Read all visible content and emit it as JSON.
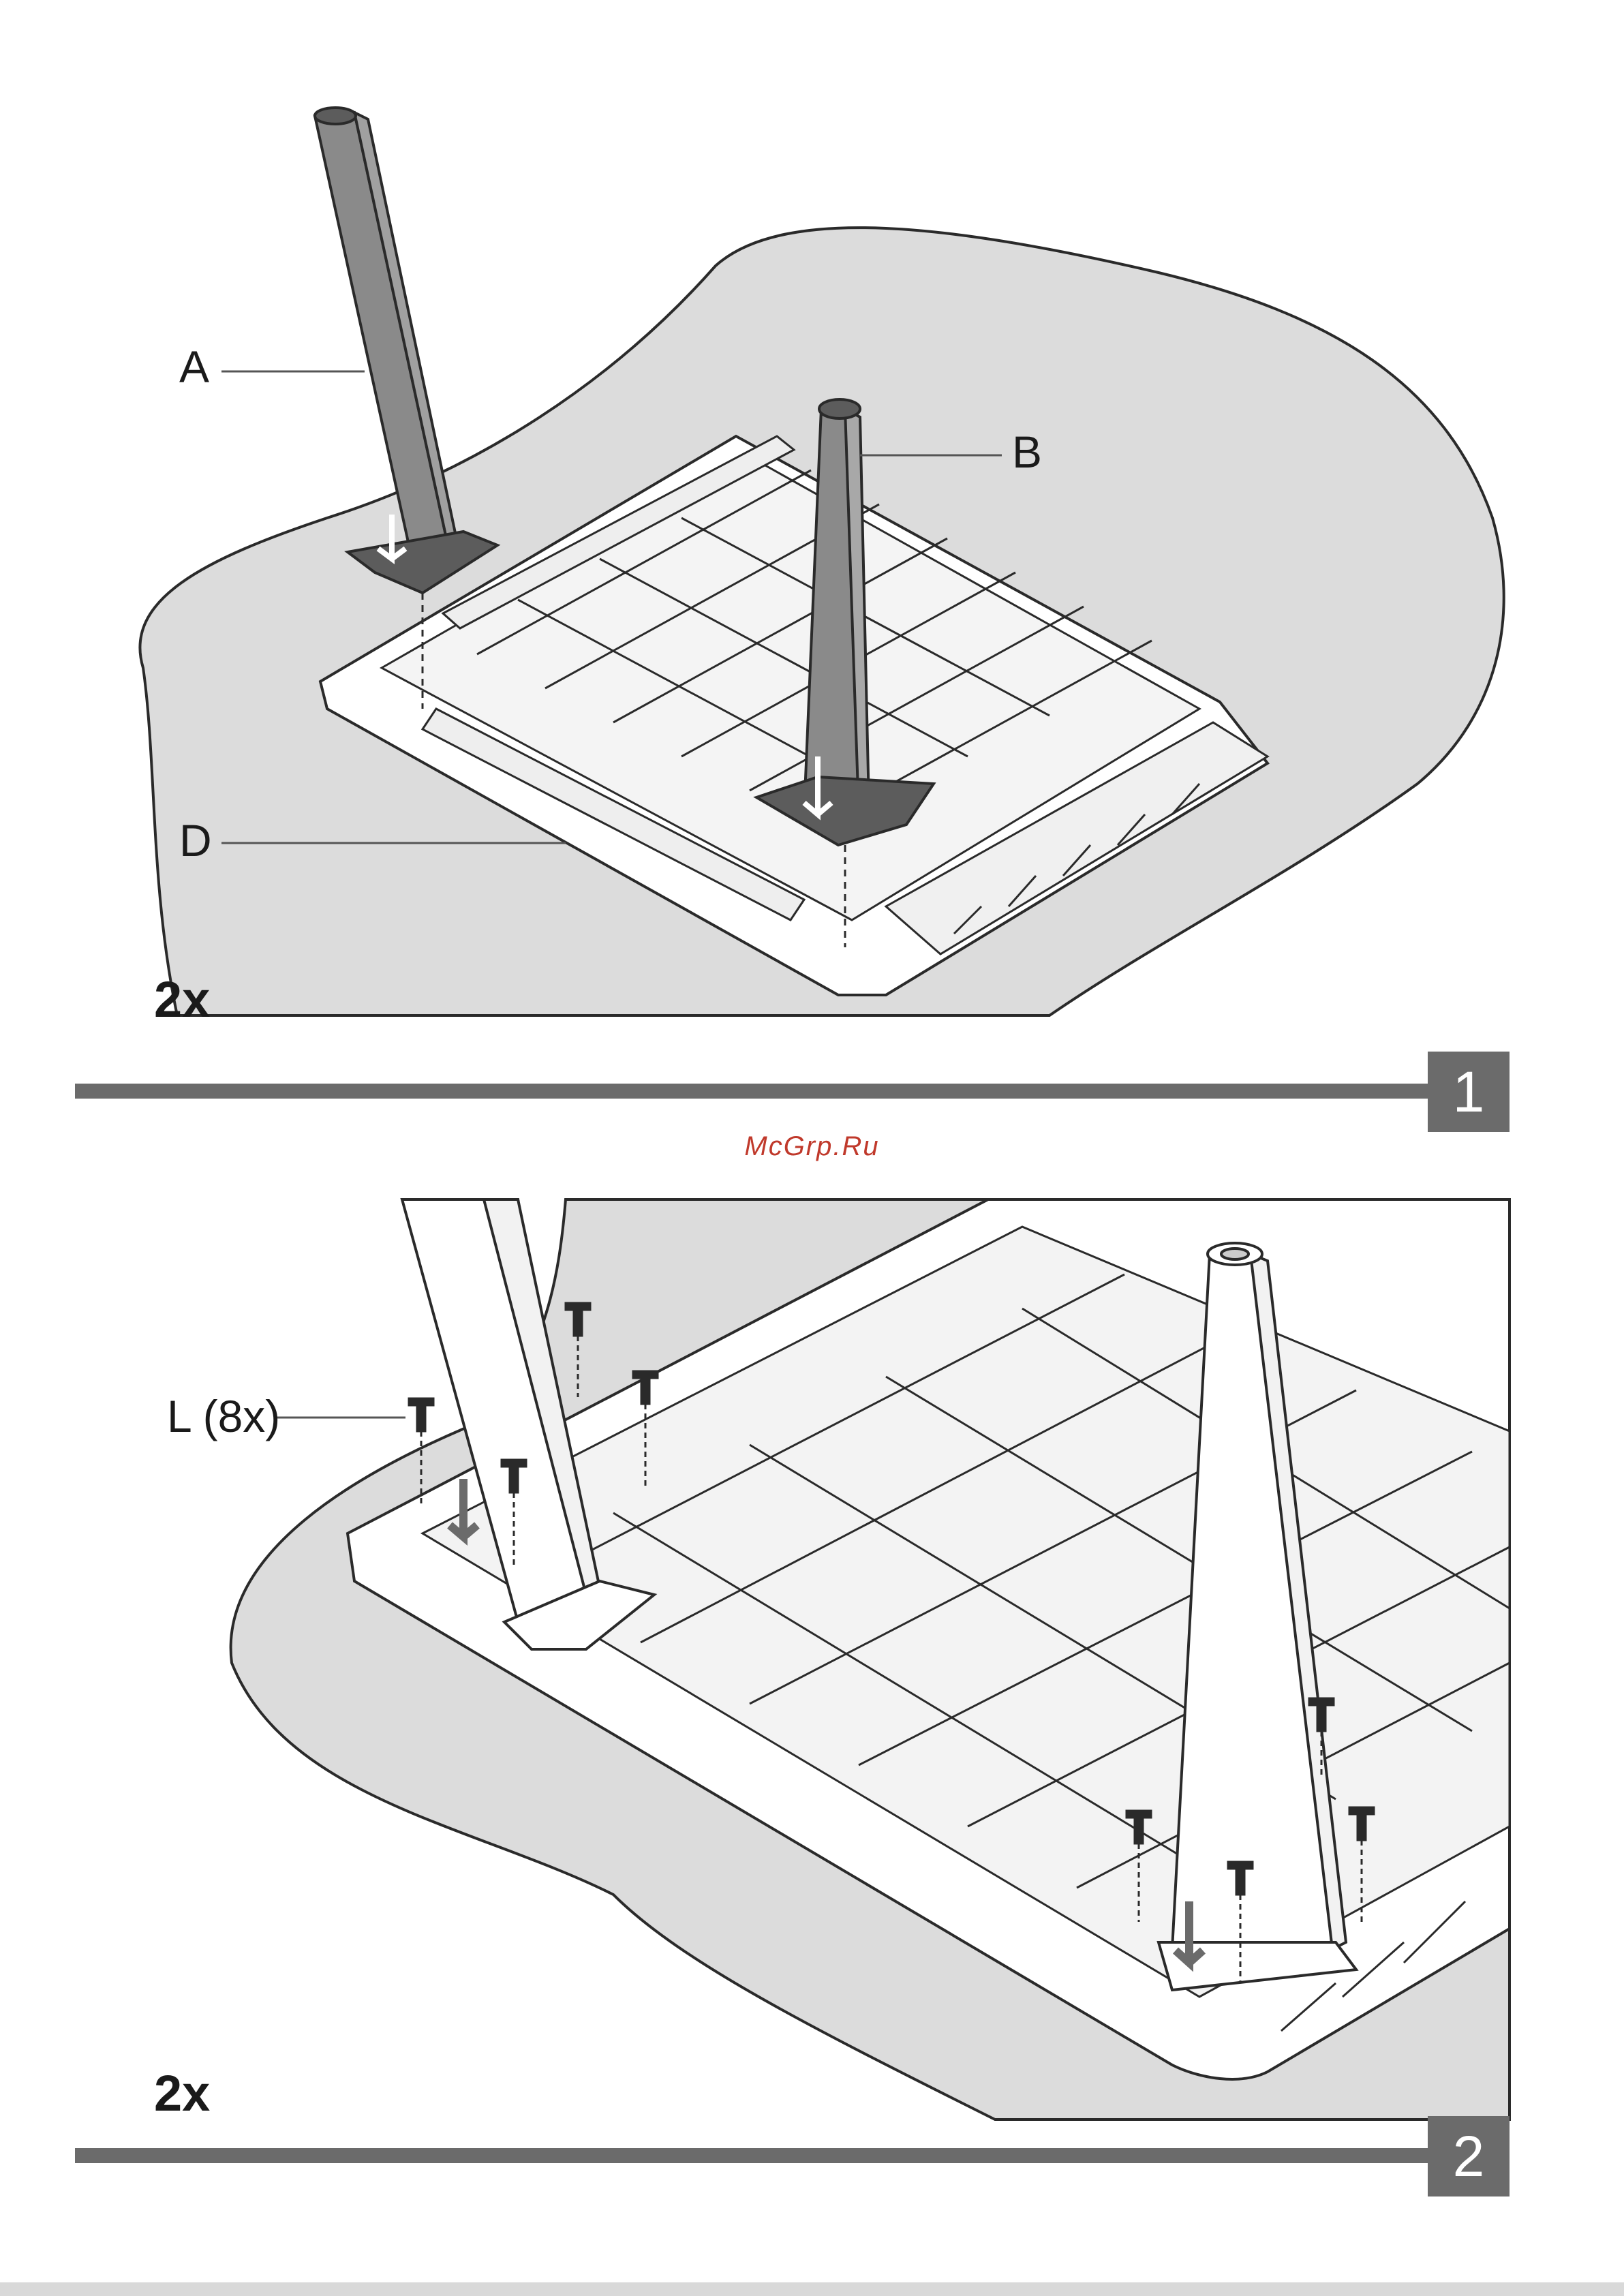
{
  "colors": {
    "floor": "#dcdcdc",
    "leg": "#8a8a8a",
    "leg_dark": "#5c5c5c",
    "outline": "#2a2a2a",
    "step": "#6b6b6b",
    "watermark": "#c0392b"
  },
  "step1": {
    "label_a": "A",
    "label_b": "B",
    "label_d": "D",
    "quantity": "2x",
    "number": "1"
  },
  "watermark": "McGrp.Ru",
  "step2": {
    "label_l": "L (8x)",
    "quantity": "2x",
    "number": "2"
  }
}
